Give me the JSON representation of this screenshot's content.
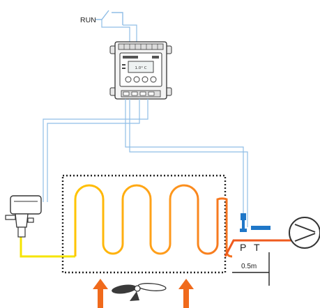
{
  "labels": {
    "run": "RUN",
    "pressure": "P",
    "temperature": "T",
    "distance": "0.5m"
  },
  "controller": {
    "display_text": "1.0° C"
  },
  "colors": {
    "signal_wire": "#8fbde6",
    "coil_gradient_start": "#ffb300",
    "coil_gradient_end": "#f5731e",
    "liquid_line": "#f5e400",
    "suction_line": "#ef5a1e",
    "airflow_arrow": "#f06a1c",
    "sensor_blue": "#1f77c8",
    "outline": "#333333"
  },
  "icons": [
    "switch-icon",
    "controller-icon",
    "expansion-valve-icon",
    "compressor-icon",
    "fan-icon",
    "airflow-arrow-icon"
  ]
}
